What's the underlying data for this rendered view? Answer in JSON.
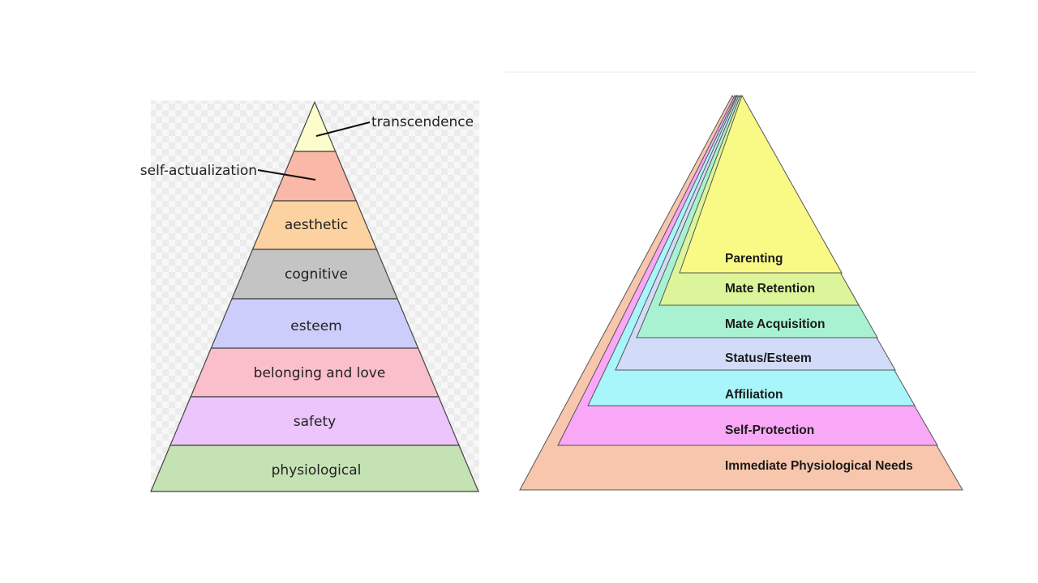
{
  "left_pyramid": {
    "levels": [
      {
        "label": "transcendence",
        "color": "#fdfccc"
      },
      {
        "label": "self-actualization",
        "color": "#fab8a8"
      },
      {
        "label": "aesthetic",
        "color": "#fcd3a0"
      },
      {
        "label": "cognitive",
        "color": "#c4c4c4"
      },
      {
        "label": "esteem",
        "color": "#cccdfb"
      },
      {
        "label": "belonging and love",
        "color": "#fbbfcb"
      },
      {
        "label": "safety",
        "color": "#ebc5fb"
      },
      {
        "label": "physiological",
        "color": "#c5e2b4"
      }
    ]
  },
  "right_pyramid": {
    "levels": [
      {
        "label": "Parenting",
        "color": "#f9f986"
      },
      {
        "label": "Mate Retention",
        "color": "#dcf59a"
      },
      {
        "label": "Mate Acquisition",
        "color": "#a8f2d2"
      },
      {
        "label": "Status/Esteem",
        "color": "#d2dcf8"
      },
      {
        "label": "Affiliation",
        "color": "#a8f6fa"
      },
      {
        "label": "Self-Protection",
        "color": "#f8a8f6"
      },
      {
        "label": "Immediate Physiological Needs",
        "color": "#f8c6ac"
      }
    ]
  }
}
